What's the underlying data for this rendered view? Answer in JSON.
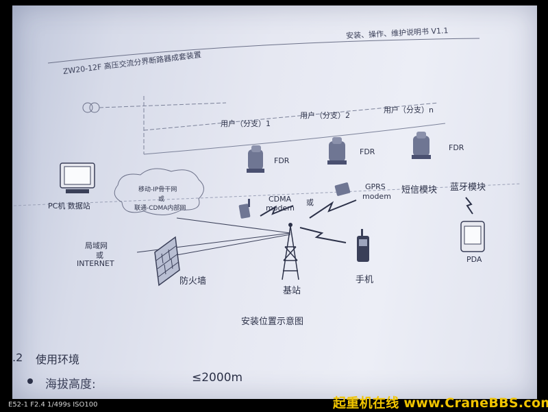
{
  "header": {
    "manual_title": "安装、操作、维护说明书 V1.1",
    "product_title": "ZW20-12F 高压交流分界断路器成套装置"
  },
  "diagram": {
    "branches": [
      {
        "label": "用户（分支）1"
      },
      {
        "label": "用户（分支）2"
      },
      {
        "label": "用户（分支）n"
      }
    ],
    "fdr_label": "FDR",
    "pc_label": "PC机 数据站",
    "network_cloud": [
      "移动-IP骨干网",
      "或",
      "联通-CDMA内部网"
    ],
    "lan": [
      "局域网",
      "或",
      "INTERNET"
    ],
    "firewall_label": "防火墙",
    "base_station_label": "基站",
    "phone_label": "手机",
    "cdma_label": [
      "CDMA",
      "modem"
    ],
    "or_label": "或",
    "gprs_label": [
      "GPRS",
      "modem"
    ],
    "sms_label": "短信模块",
    "bluetooth_label": "蓝牙模块",
    "pda_label": "PDA"
  },
  "caption": "安装位置示意图",
  "section": {
    "number": ".2",
    "title": "使用环境",
    "item_label": "海拔高度:",
    "item_value": "≤2000m"
  },
  "footer": {
    "exif": "E52-1 F2.4 1/499s ISO100",
    "watermark": "起重机在线 www.CraneBBS.com"
  }
}
